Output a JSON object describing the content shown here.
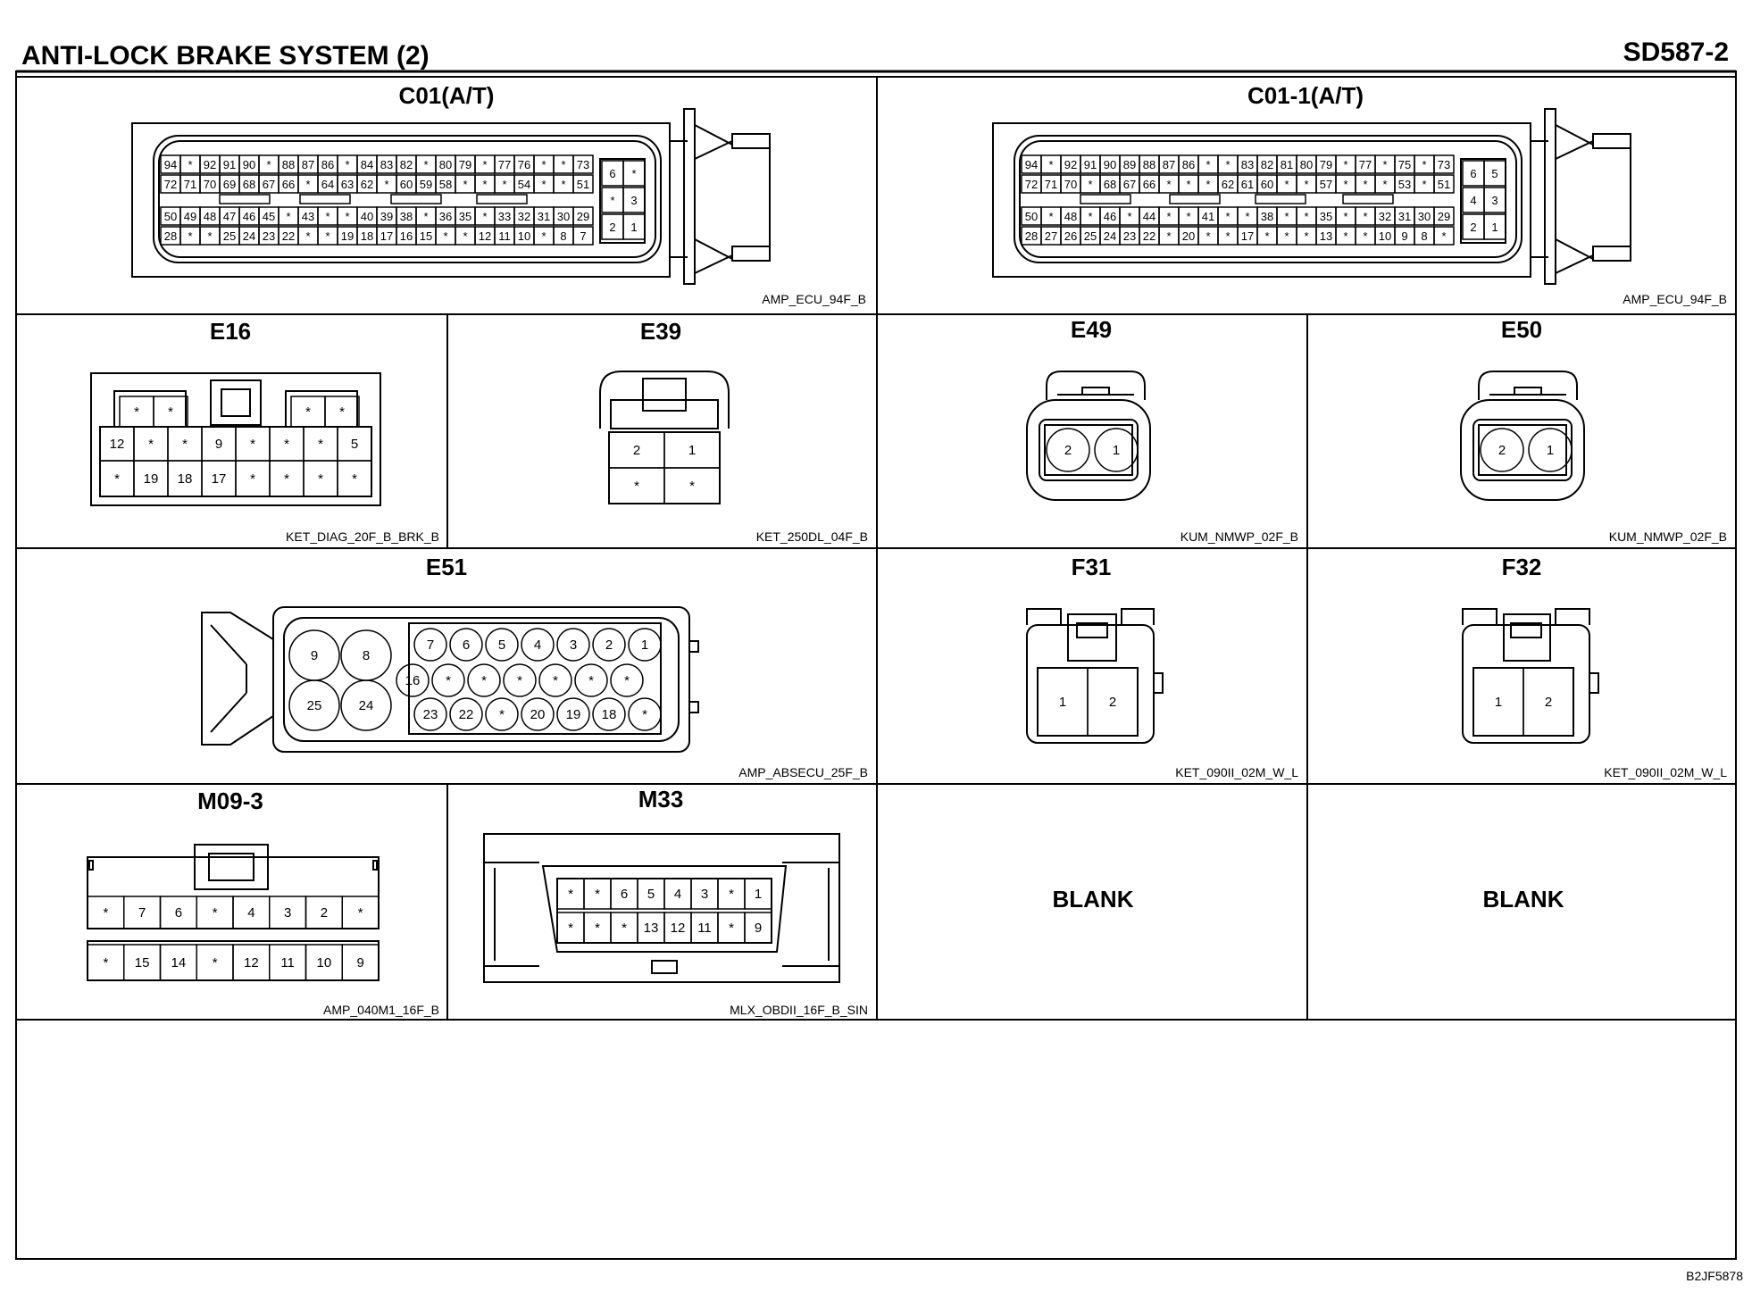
{
  "header": {
    "title": "ANTI-LOCK BRAKE SYSTEM (2)",
    "code": "SD587-2"
  },
  "footer": {
    "ref": "B2JF5878"
  },
  "connectors": {
    "C01": {
      "title": "C01(A/T)",
      "code": "AMP_ECU_94F_B",
      "rows": [
        [
          "94",
          "*",
          "92",
          "91",
          "90",
          "*",
          "88",
          "87",
          "86",
          "*",
          "84",
          "83",
          "82",
          "*",
          "80",
          "79",
          "*",
          "77",
          "76",
          "*",
          "*",
          "73"
        ],
        [
          "72",
          "71",
          "70",
          "69",
          "68",
          "67",
          "66",
          "*",
          "64",
          "63",
          "62",
          "*",
          "60",
          "59",
          "58",
          "*",
          "*",
          "*",
          "54",
          "*",
          "*",
          "51"
        ],
        [
          "50",
          "49",
          "48",
          "47",
          "46",
          "45",
          "*",
          "43",
          "*",
          "*",
          "40",
          "39",
          "38",
          "*",
          "36",
          "35",
          "*",
          "33",
          "32",
          "31",
          "30",
          "29"
        ],
        [
          "28",
          "*",
          "*",
          "25",
          "24",
          "23",
          "22",
          "*",
          "*",
          "19",
          "18",
          "17",
          "16",
          "15",
          "*",
          "*",
          "12",
          "11",
          "10",
          "*",
          "8",
          "7"
        ]
      ],
      "side": [
        [
          "6",
          "*"
        ],
        [
          "*",
          "3"
        ],
        [
          "2",
          "1"
        ]
      ]
    },
    "C01_1": {
      "title": "C01-1(A/T)",
      "code": "AMP_ECU_94F_B",
      "rows": [
        [
          "94",
          "*",
          "92",
          "91",
          "90",
          "89",
          "88",
          "87",
          "86",
          "*",
          "*",
          "83",
          "82",
          "81",
          "80",
          "79",
          "*",
          "77",
          "*",
          "75",
          "*",
          "73"
        ],
        [
          "72",
          "71",
          "70",
          "*",
          "68",
          "67",
          "66",
          "*",
          "*",
          "*",
          "62",
          "61",
          "60",
          "*",
          "*",
          "57",
          "*",
          "*",
          "*",
          "53",
          "*",
          "51"
        ],
        [
          "50",
          "*",
          "48",
          "*",
          "46",
          "*",
          "44",
          "*",
          "*",
          "41",
          "*",
          "*",
          "38",
          "*",
          "*",
          "35",
          "*",
          "*",
          "32",
          "31",
          "30",
          "29"
        ],
        [
          "28",
          "27",
          "26",
          "25",
          "24",
          "23",
          "22",
          "*",
          "20",
          "*",
          "*",
          "17",
          "*",
          "*",
          "*",
          "13",
          "*",
          "*",
          "10",
          "9",
          "8",
          "*"
        ]
      ],
      "side": [
        [
          "6",
          "5"
        ],
        [
          "4",
          "3"
        ],
        [
          "2",
          "1"
        ]
      ]
    },
    "E16": {
      "title": "E16",
      "code": "KET_DIAG_20F_B_BRK_B",
      "top": [
        "*",
        "*",
        "*",
        "*"
      ],
      "row1": [
        "12",
        "*",
        "*",
        "9",
        "*",
        "*",
        "*",
        "5"
      ],
      "row2": [
        "*",
        "19",
        "18",
        "17",
        "*",
        "*",
        "*",
        "*"
      ]
    },
    "E39": {
      "title": "E39",
      "code": "KET_250DL_04F_B",
      "row1": [
        "2",
        "1"
      ],
      "row2": [
        "*",
        "*"
      ]
    },
    "E49": {
      "title": "E49",
      "code": "KUM_NMWP_02F_B",
      "pins": [
        "2",
        "1"
      ]
    },
    "E50": {
      "title": "E50",
      "code": "KUM_NMWP_02F_B",
      "pins": [
        "2",
        "1"
      ]
    },
    "E51": {
      "title": "E51",
      "code": "AMP_ABSECU_25F_B",
      "big": [
        "9",
        "8",
        "25",
        "24"
      ],
      "row1": [
        "7",
        "6",
        "5",
        "4",
        "3",
        "2",
        "1"
      ],
      "row2": [
        "16",
        "*",
        "*",
        "*",
        "*",
        "*",
        "*"
      ],
      "row3": [
        "23",
        "22",
        "*",
        "20",
        "19",
        "18",
        "*"
      ]
    },
    "F31": {
      "title": "F31",
      "code": "KET_090II_02M_W_L",
      "pins": [
        "1",
        "2"
      ]
    },
    "F32": {
      "title": "F32",
      "code": "KET_090II_02M_W_L",
      "pins": [
        "1",
        "2"
      ]
    },
    "M09_3": {
      "title": "M09-3",
      "code": "AMP_040M1_16F_B",
      "row1": [
        "*",
        "7",
        "6",
        "*",
        "4",
        "3",
        "2",
        "*"
      ],
      "row2": [
        "*",
        "15",
        "14",
        "*",
        "12",
        "11",
        "10",
        "9"
      ]
    },
    "M33": {
      "title": "M33",
      "code": "MLX_OBDII_16F_B_SIN",
      "row1": [
        "*",
        "*",
        "6",
        "5",
        "4",
        "3",
        "*",
        "1"
      ],
      "row2": [
        "*",
        "*",
        "*",
        "13",
        "12",
        "11",
        "*",
        "9"
      ]
    }
  },
  "blanks": {
    "b1": "BLANK",
    "b2": "BLANK"
  }
}
